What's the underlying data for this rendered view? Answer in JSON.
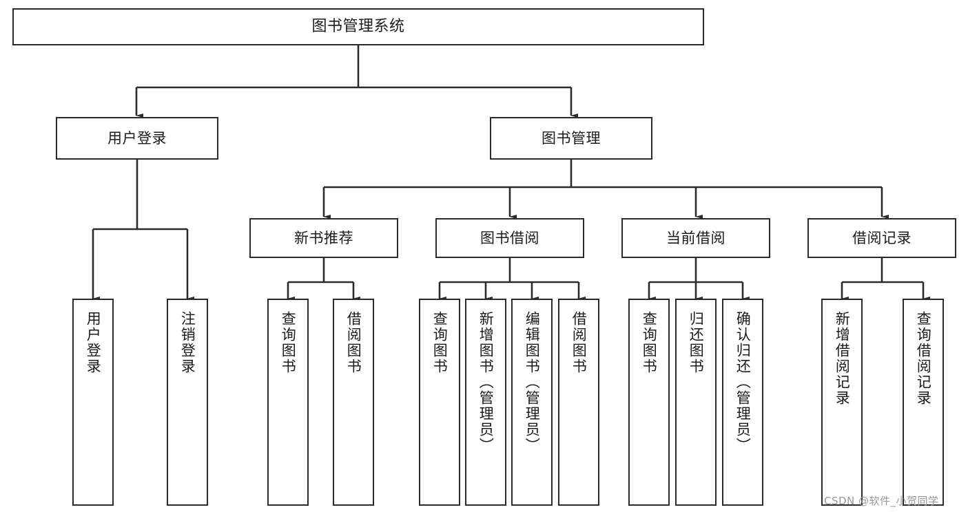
{
  "diagram": {
    "type": "tree-hierarchy",
    "title": "图书管理系统",
    "root": {
      "label": "图书管理系统"
    },
    "level2": [
      {
        "label": "用户登录"
      },
      {
        "label": "图书管理"
      }
    ],
    "level3": [
      {
        "label": "新书推荐"
      },
      {
        "label": "图书借阅"
      },
      {
        "label": "当前借阅"
      },
      {
        "label": "借阅记录"
      }
    ],
    "leaves": [
      {
        "label": "用户登录"
      },
      {
        "label": "注销登录"
      },
      {
        "label": "查询图书"
      },
      {
        "label": "借阅图书"
      },
      {
        "label": "查询图书"
      },
      {
        "label": "新增图书（管理员）"
      },
      {
        "label": "编辑图书（管理员）"
      },
      {
        "label": "借阅图书"
      },
      {
        "label": "查询图书"
      },
      {
        "label": "归还图书"
      },
      {
        "label": "确认归还（管理员）"
      },
      {
        "label": "新增借阅记录"
      },
      {
        "label": "查询借阅记录"
      }
    ],
    "watermark": "CSDN @软件_小贺同学",
    "colors": {
      "stroke": "#2b2b2b",
      "fill": "#ffffff",
      "text": "#1b1b1b",
      "watermark": "#9a9a9a"
    }
  }
}
